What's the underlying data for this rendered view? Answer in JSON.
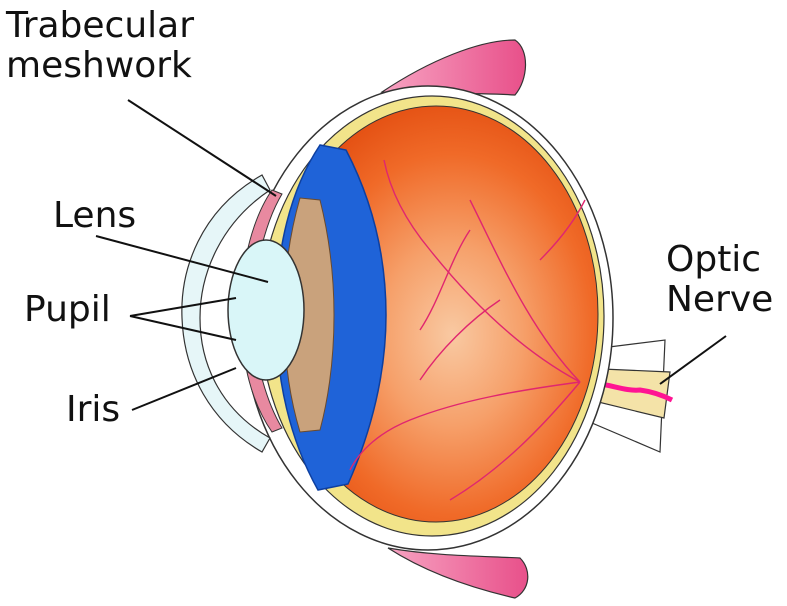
{
  "labels": {
    "trabecular": "Trabecular\nmeshwork",
    "lens": "Lens",
    "pupil": "Pupil",
    "iris": "Iris",
    "optic": "Optic\nNerve"
  },
  "colors": {
    "sclera_outline": "#333333",
    "choroid_yellow": "#f2e48a",
    "retina_dark": "#e0480c",
    "retina_mid": "#f06a28",
    "retina_light": "#f7b58a",
    "ciliary_blue": "#1f63d8",
    "ciliary_dark": "#0d3fa0",
    "ciliary_tan": "#c9a27c",
    "lens_fill": "#d9f6f8",
    "cornea_fill": "#e6f6f8",
    "iris_pink": "#e889a0",
    "vessel": "#e0266f",
    "optic_nerve": "#f4e3a8",
    "optic_vessel": "#ff1493",
    "muscle_pink": "#e8508a"
  }
}
